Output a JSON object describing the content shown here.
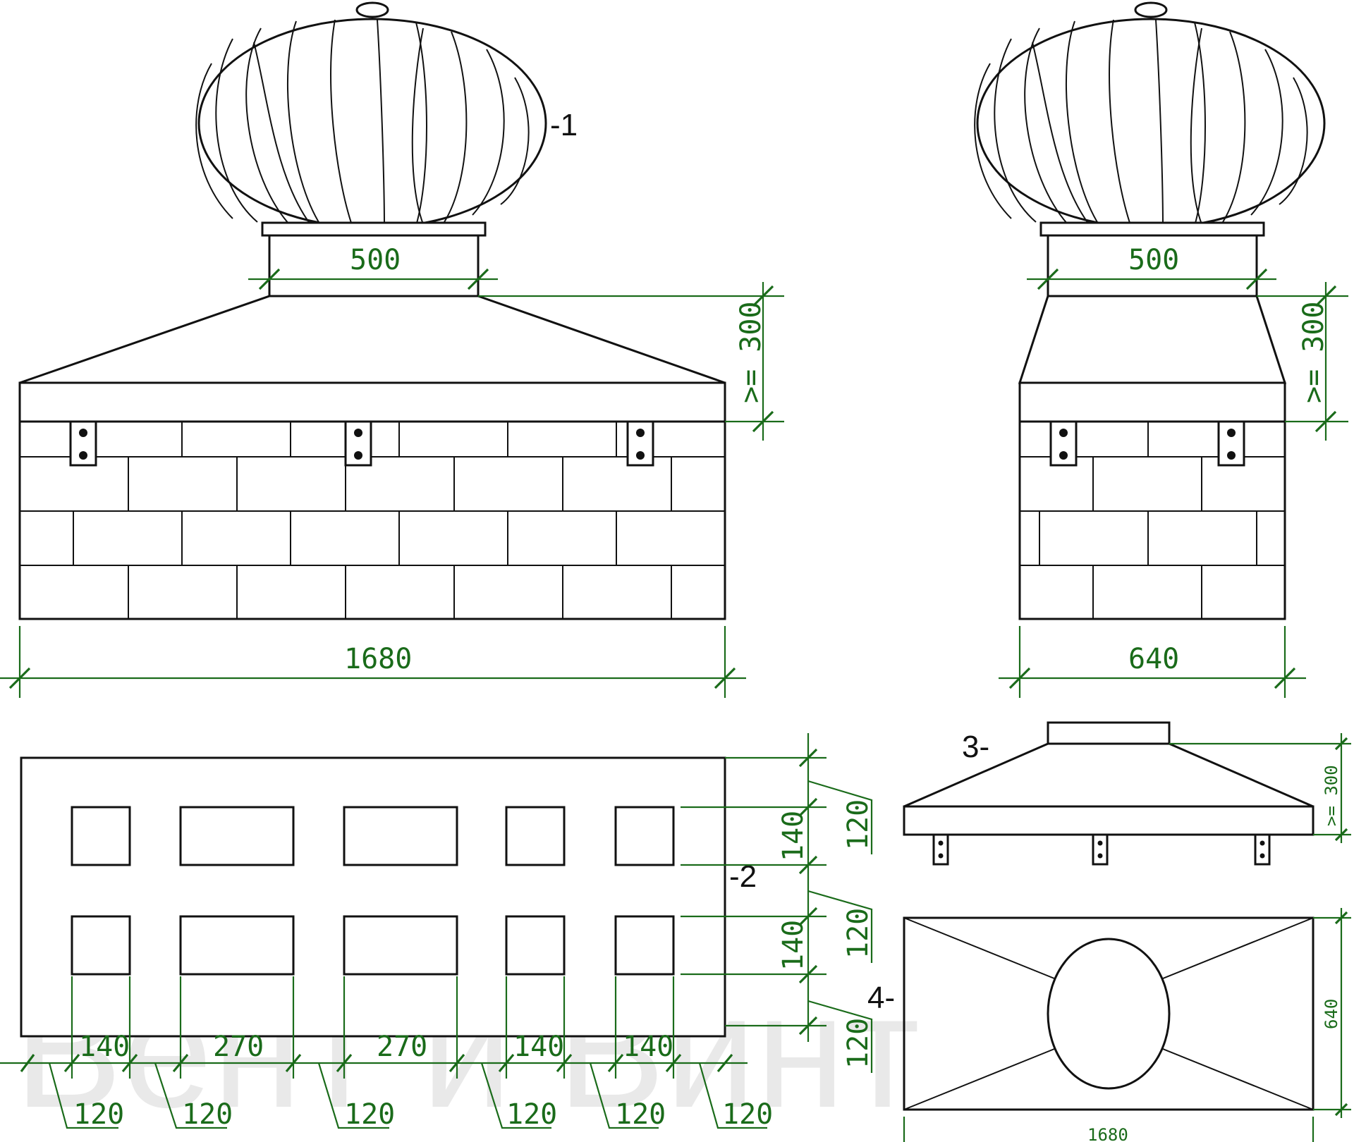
{
  "drawing": {
    "front_view": {
      "callout": "-1",
      "neck_width": "500",
      "height": ">= 300",
      "width": "1680"
    },
    "side_view": {
      "neck_width": "500",
      "height": ">= 300",
      "width": "640"
    },
    "plan_view": {
      "callout": "-2",
      "column_widths": [
        "140",
        "270",
        "270",
        "140",
        "140"
      ],
      "gaps": [
        "120",
        "120",
        "120",
        "120",
        "120",
        "120"
      ],
      "row_heights": [
        "140",
        "140"
      ],
      "row_gaps": [
        "120",
        "120",
        "120"
      ]
    },
    "cap_detail": {
      "callout": "3-",
      "height": ">= 300"
    },
    "top_detail": {
      "callout": "4-",
      "width": "1680",
      "depth": "640"
    }
  },
  "watermark": "Вент и Винт",
  "colors": {
    "line": "#111111",
    "dimension": "#1a6b1a"
  }
}
